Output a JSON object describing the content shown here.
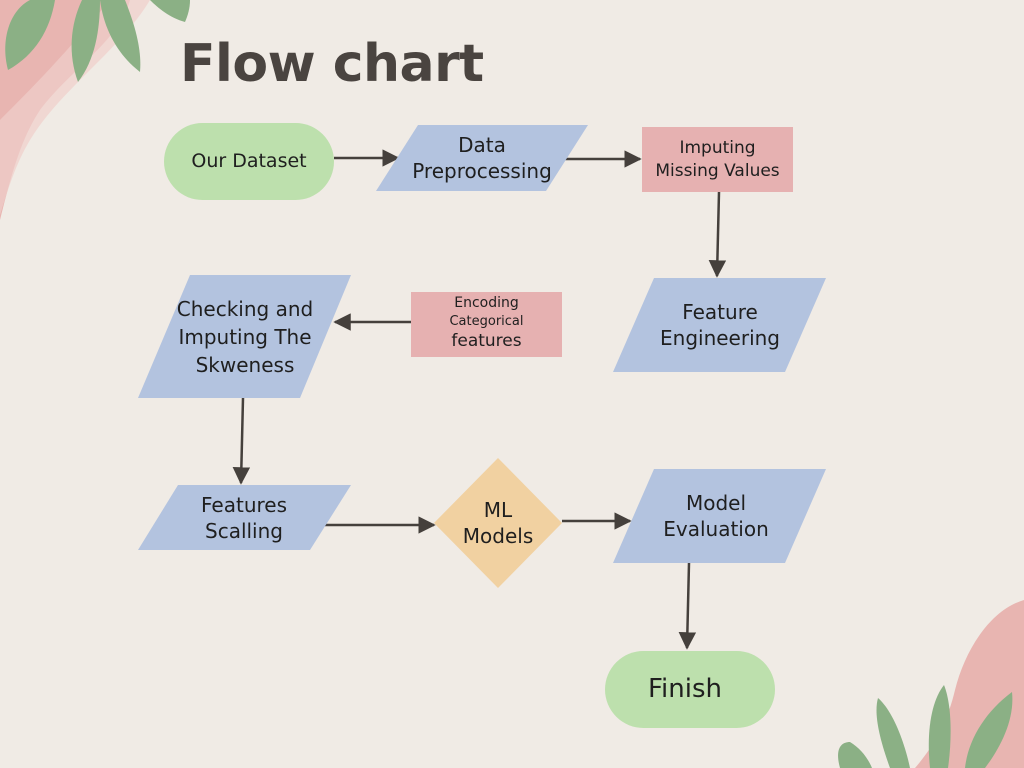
{
  "title": "Flow chart",
  "colors": {
    "background": "#f0ebe5",
    "terminal": "#bde0ad",
    "process": "#b3c3df",
    "step": "#e6b1b1",
    "decision": "#f1d1a1",
    "arrow": "#45403c",
    "leaf": "#8bb085",
    "blob": "#e8b5b1"
  },
  "nodes": {
    "our_dataset": {
      "line1": "Our Dataset"
    },
    "data_preprocessing": {
      "line1": "Data",
      "line2": "Preprocessing"
    },
    "imputing_missing": {
      "line1": "Imputing",
      "line2": "Missing Values"
    },
    "feature_engineering": {
      "line1": "Feature",
      "line2": "Engineering"
    },
    "encoding_categorical": {
      "line1": "Encoding",
      "line2": "Categorical",
      "line3": "features"
    },
    "checking_skewness": {
      "line1": "Checking and",
      "line2": "Imputing The",
      "line3": "Skweness"
    },
    "features_scaling": {
      "line1": "Features",
      "line2": "Scalling"
    },
    "ml_models": {
      "line1": "ML",
      "line2": "Models"
    },
    "model_evaluation": {
      "line1": "Model",
      "line2": "Evaluation"
    },
    "finish": {
      "line1": "Finish"
    }
  }
}
